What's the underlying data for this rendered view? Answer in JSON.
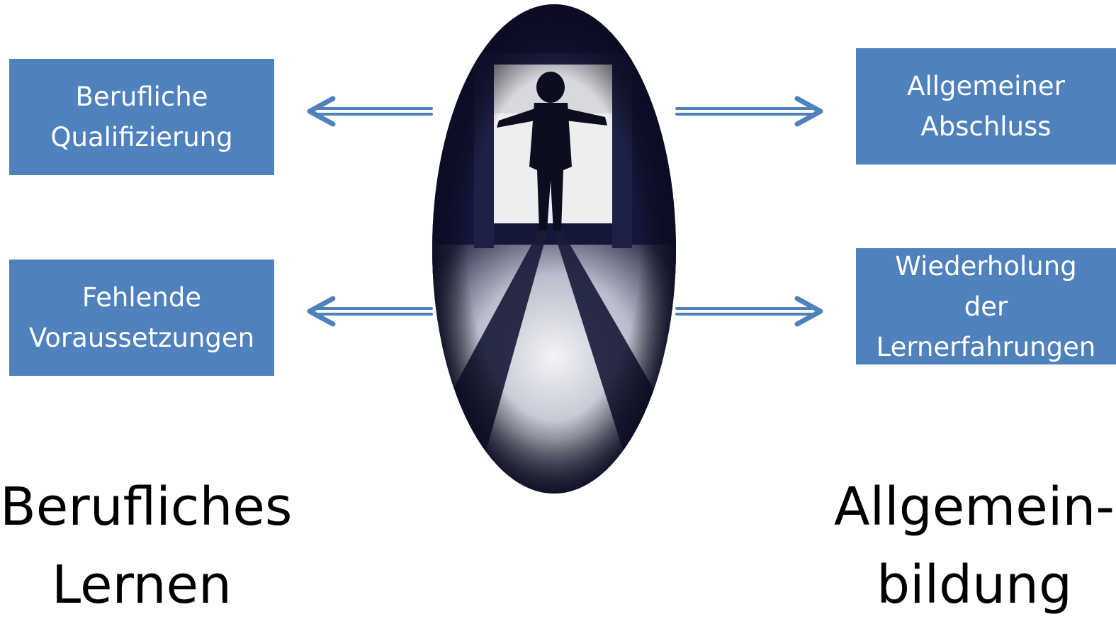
{
  "left_boxes": [
    {
      "text": "Berufliche\nQualifizierung"
    },
    {
      "text": "Fehlende\nVoraussetzungen"
    }
  ],
  "right_boxes": [
    {
      "text": "Allgemeiner\nAbschluss"
    },
    {
      "text": "Wiederholung\nder\nLernerfahrungen"
    }
  ],
  "left_label": "Berufliches\nLernen",
  "right_label": "Allgemein-\nbildung",
  "colors": {
    "box_fill": "#4f81bd",
    "arrow": "#4f81bd",
    "box_text": "#ffffff"
  },
  "center_image": {
    "icon": "silhouette-person-doorway-icon"
  }
}
